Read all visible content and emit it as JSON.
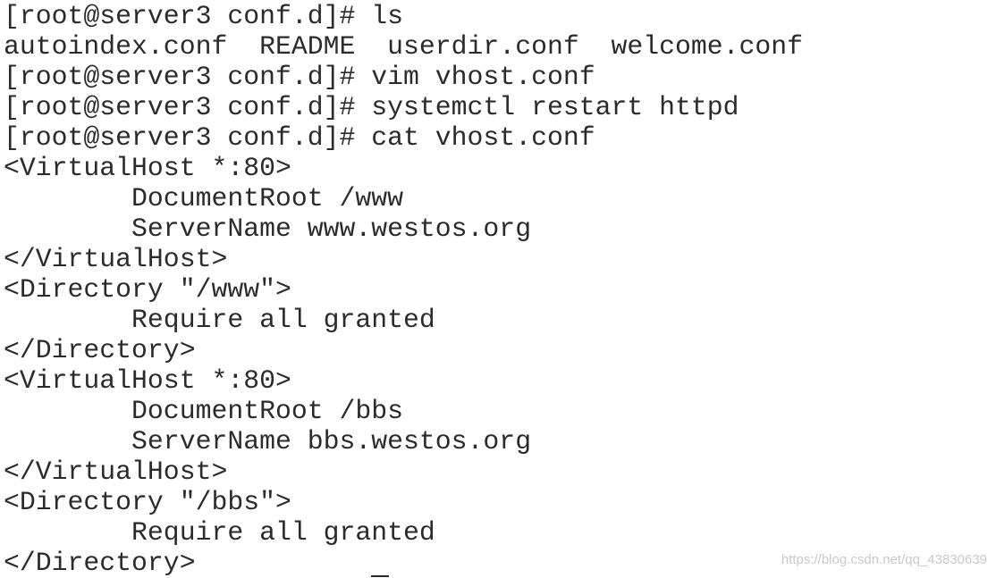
{
  "terminal": {
    "lines": [
      "[root@server3 conf.d]# ls",
      "autoindex.conf  README  userdir.conf  welcome.conf",
      "[root@server3 conf.d]# vim vhost.conf",
      "[root@server3 conf.d]# systemctl restart httpd",
      "[root@server3 conf.d]# cat vhost.conf",
      "<VirtualHost *:80>",
      "        DocumentRoot /www",
      "        ServerName www.westos.org",
      "</VirtualHost>",
      "<Directory \"/www\">",
      "        Require all granted",
      "</Directory>",
      "<VirtualHost *:80>",
      "        DocumentRoot /bbs",
      "        ServerName bbs.westos.org",
      "</VirtualHost>",
      "<Directory \"/bbs\">",
      "        Require all granted",
      "</Directory>"
    ]
  },
  "watermark": {
    "text": "https://blog.csdn.net/qq_43830639"
  }
}
